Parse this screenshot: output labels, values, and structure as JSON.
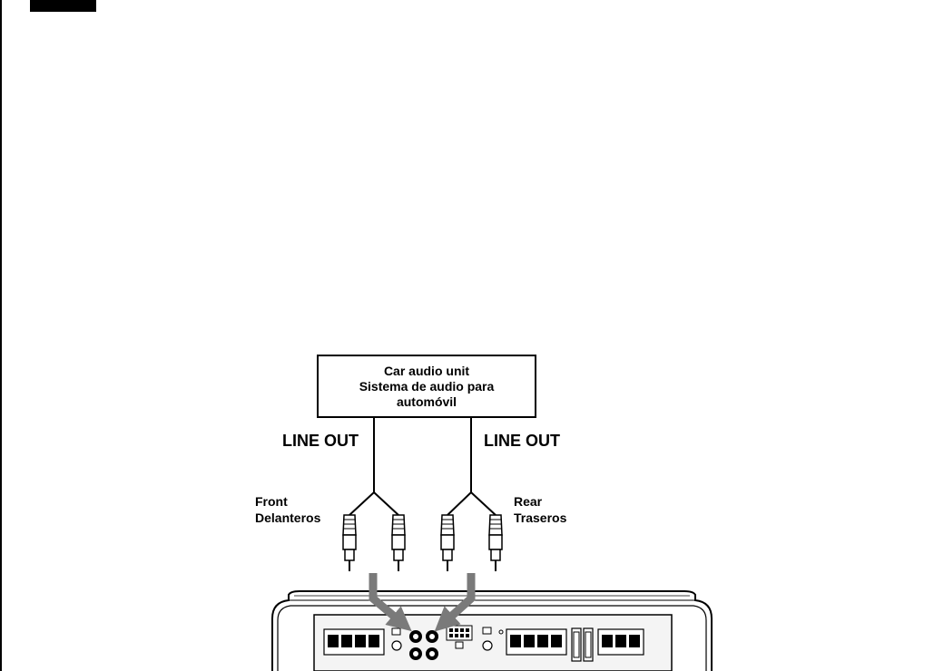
{
  "unit_box": {
    "line1": "Car audio unit",
    "line2": "Sistema de audio para",
    "line3": "automóvil"
  },
  "left_output": {
    "line_out": "LINE OUT",
    "group_en": "Front",
    "group_es": "Delanteros"
  },
  "right_output": {
    "line_out": "LINE OUT",
    "group_en": "Rear",
    "group_es": "Traseros"
  },
  "colors": {
    "arrow": "#7a7a7a",
    "line": "#000000",
    "amp_fill": "#f4f4f4"
  }
}
